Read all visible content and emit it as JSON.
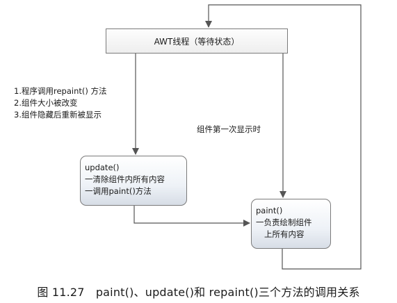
{
  "diagram": {
    "awt_thread": "AWT线程（等待状态）",
    "update_box": {
      "title": "update()",
      "lines": [
        "一清除组件内所有内容",
        "一调用paint()方法"
      ]
    },
    "paint_box": {
      "title": "paint()",
      "lines": [
        "一负责绘制组件",
        "上所有内容"
      ]
    },
    "reasons": [
      "1.程序调用repaint() 方法",
      "2.组件大小被改变",
      "3.组件隐藏后重新被显示"
    ],
    "first_show_label": "组件第一次显示时"
  },
  "caption": "图 11.27　paint()、update()和 repaint()三个方法的调用关系",
  "colors": {
    "line": "#555555",
    "box_border": "#7a7a7a"
  }
}
